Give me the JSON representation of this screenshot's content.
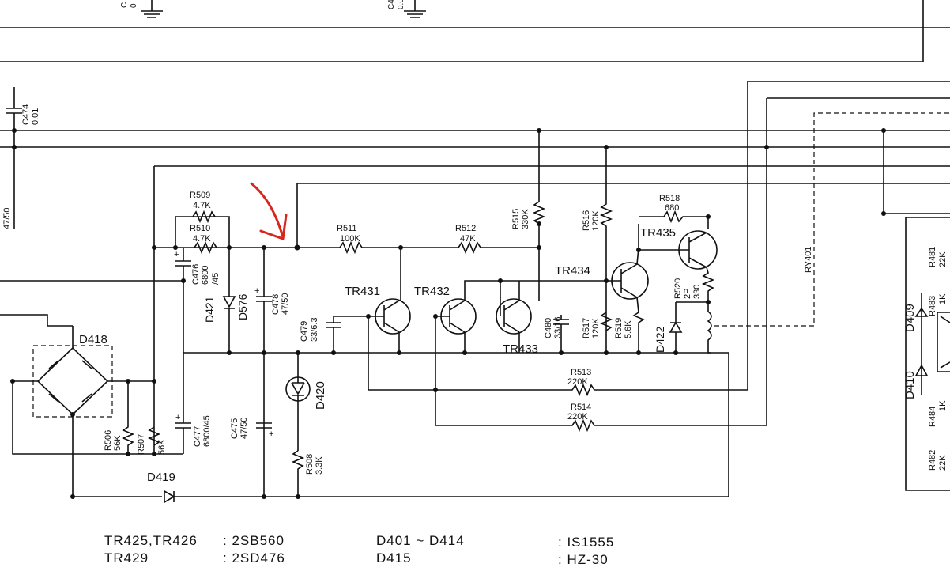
{
  "labels": {
    "c474": "C474",
    "c474_val": "0.01",
    "c_top1": "C",
    "c_top1_val": "0",
    "c_top2": "C4",
    "c_top2_val": "0.0",
    "left_val": "47/50",
    "r509": "R509",
    "r509_val": "4.7K",
    "r510": "R510",
    "r510_val": "4.7K",
    "r511": "R511",
    "r511_val": "100K",
    "r512": "R512",
    "r512_val": "47K",
    "r515": "R515",
    "r515_val": "330K",
    "r516": "R516",
    "r516_val": "120K",
    "r517": "R517",
    "r517_val": "120K",
    "r518": "R518",
    "r518_val": "680",
    "r519": "R519",
    "r519_val": "5.6K",
    "r520": "R520",
    "r520_val": "2P",
    "r520_val2": "330",
    "r513": "R513",
    "r513_val": "220K",
    "r514": "R514",
    "r514_val": "220K",
    "r506": "R506",
    "r506_val": "56K",
    "r507": "R507",
    "r507_val": "56K",
    "r508": "R508",
    "r508_val": "3.3K",
    "r481": "R481",
    "r481_val": "22K",
    "r483": "R483",
    "r483_val": "1K",
    "r484": "R484",
    "r484_val": "1K",
    "r482": "R482",
    "r482_val": "22K",
    "c476": "C476",
    "c476_val": "6800",
    "c476_val2": "/45",
    "c477": "C477",
    "c477_val": "6800/45",
    "c478": "C478",
    "c478_val": "47/50",
    "c479": "C479",
    "c479_val": "33/6.3",
    "c480": "C480",
    "c480_val": "33/16",
    "c475": "C475",
    "c475_val": "47/50",
    "d418": "D418",
    "d419": "D419",
    "d420": "D420",
    "d421": "D421",
    "d422": "D422",
    "d576": "D576",
    "d409": "D409",
    "d410": "D410",
    "tr431": "TR431",
    "tr432": "TR432",
    "tr433": "TR433",
    "tr434": "TR434",
    "tr435": "TR435",
    "ry401": "RY401"
  },
  "parts_list": [
    {
      "ref": "TR425,TR426",
      "val": ": 2SB560"
    },
    {
      "ref": "TR429",
      "val": ": 2SD476"
    },
    {
      "ref": "D401 ~ D414",
      "val": ": IS1555"
    },
    {
      "ref": "D415",
      "val": ": HZ-30"
    }
  ],
  "annotation_color": "#d9261c"
}
